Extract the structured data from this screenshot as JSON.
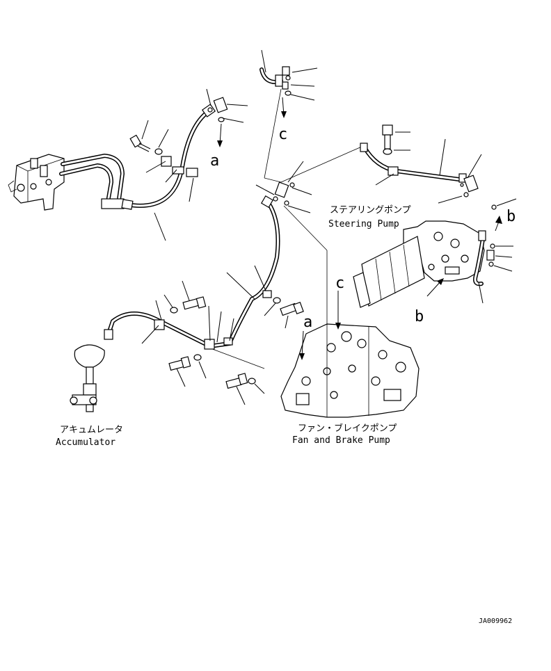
{
  "labels": {
    "steering_pump_jp": "ステアリングポンプ",
    "steering_pump_en": "Steering Pump",
    "fan_brake_pump_jp": "ファン・ブレイクポンプ",
    "fan_brake_pump_en": "Fan and Brake Pump",
    "accumulator_jp": "アキュムレータ",
    "accumulator_en": "Accumulator",
    "ref_a": "a",
    "ref_b": "b",
    "ref_c": "c",
    "drawing_number": "JA009962"
  }
}
